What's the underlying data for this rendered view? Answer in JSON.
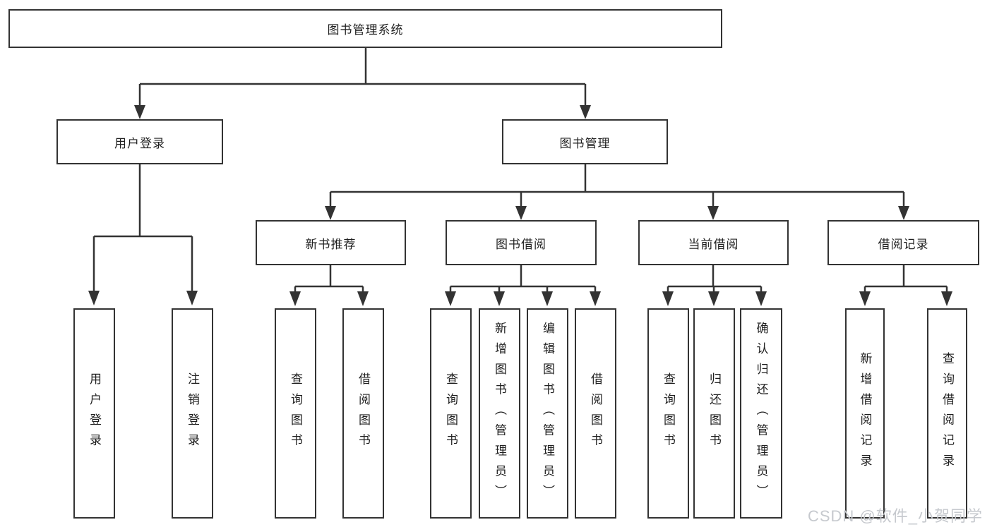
{
  "diagram_title": "图书管理系统",
  "tree": {
    "root": {
      "label": "图书管理系统",
      "children": [
        {
          "label": "用户登录",
          "children": [
            {
              "label": "用户登录"
            },
            {
              "label": "注销登录"
            }
          ]
        },
        {
          "label": "图书管理",
          "children": [
            {
              "label": "新书推荐",
              "children": [
                {
                  "label": "查询图书"
                },
                {
                  "label": "借阅图书"
                }
              ]
            },
            {
              "label": "图书借阅",
              "children": [
                {
                  "label": "查询图书"
                },
                {
                  "label": "新增图书（管理员）"
                },
                {
                  "label": "编辑图书（管理员）"
                },
                {
                  "label": "借阅图书"
                }
              ]
            },
            {
              "label": "当前借阅",
              "children": [
                {
                  "label": "查询图书"
                },
                {
                  "label": "归还图书"
                },
                {
                  "label": "确认归还（管理员）"
                }
              ]
            },
            {
              "label": "借阅记录",
              "children": [
                {
                  "label": "新增借阅记录"
                },
                {
                  "label": "查询借阅记录"
                }
              ]
            }
          ]
        }
      ]
    }
  },
  "watermark": {
    "text": "CSDN @软件_小贺同学"
  },
  "colors": {
    "line": "#333333",
    "box_border": "#333333",
    "text": "#1f1f1f",
    "background": "#ffffff",
    "watermark": "#c6c9ce"
  }
}
